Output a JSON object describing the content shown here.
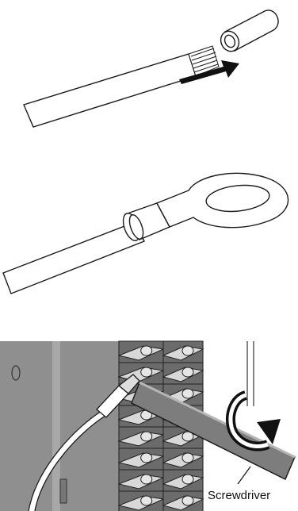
{
  "panels": [
    {
      "name": "wire-and-sleeve",
      "description": ""
    },
    {
      "name": "ring-terminal-crimped",
      "description": ""
    },
    {
      "name": "terminal-block-screw-tightening",
      "description": ""
    }
  ],
  "labels": {
    "screwdriver": "Screwdriver"
  },
  "colors": {
    "line": "#1a1a1a",
    "arrow": "#111111",
    "panel_gray": "#8f8f8f",
    "block_dark": "#5a5a5a",
    "block_light": "#cfcfcf",
    "screwdriver": "#7d7d7d"
  },
  "icons": [
    "push-arrow-icon",
    "rotate-clockwise-icon"
  ]
}
